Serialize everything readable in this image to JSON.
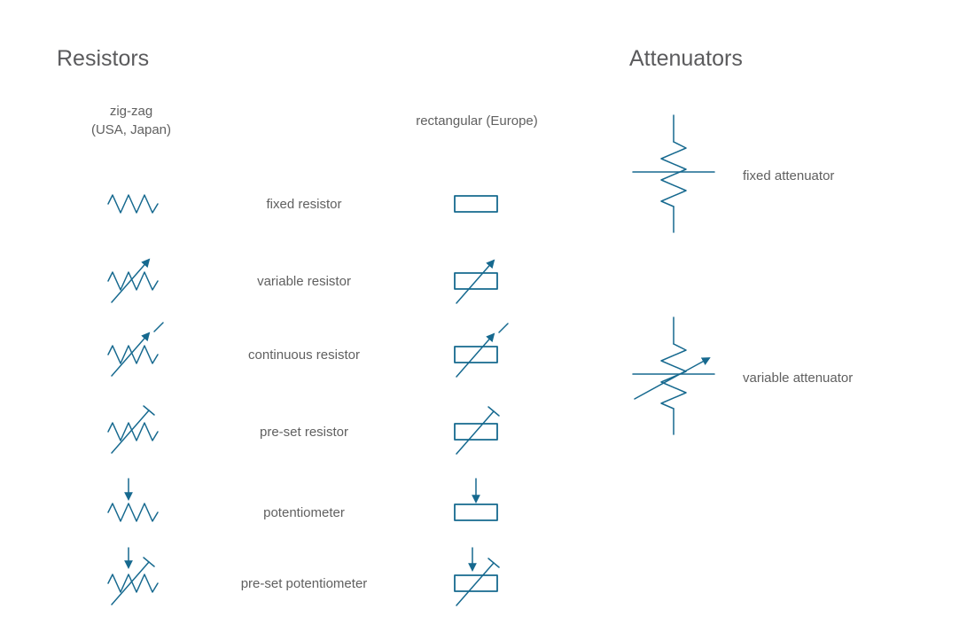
{
  "page": {
    "background": "#ffffff"
  },
  "colors": {
    "symbol_stroke": "#16698f",
    "heading_text": "#5b5b5d",
    "label_text": "#606060"
  },
  "resistors": {
    "heading": "Resistors",
    "column_headers": {
      "zigzag_line1": "zig-zag",
      "zigzag_line2": "(USA, Japan)",
      "rectangular": "rectangular (Europe)"
    },
    "rows": [
      {
        "label": "fixed resistor"
      },
      {
        "label": "variable resistor"
      },
      {
        "label": "continuous resistor"
      },
      {
        "label": "pre-set resistor"
      },
      {
        "label": "potentiometer"
      },
      {
        "label": "pre-set potentiometer"
      }
    ]
  },
  "attenuators": {
    "heading": "Attenuators",
    "rows": [
      {
        "label": "fixed attenuator"
      },
      {
        "label": "variable attenuator"
      }
    ]
  }
}
